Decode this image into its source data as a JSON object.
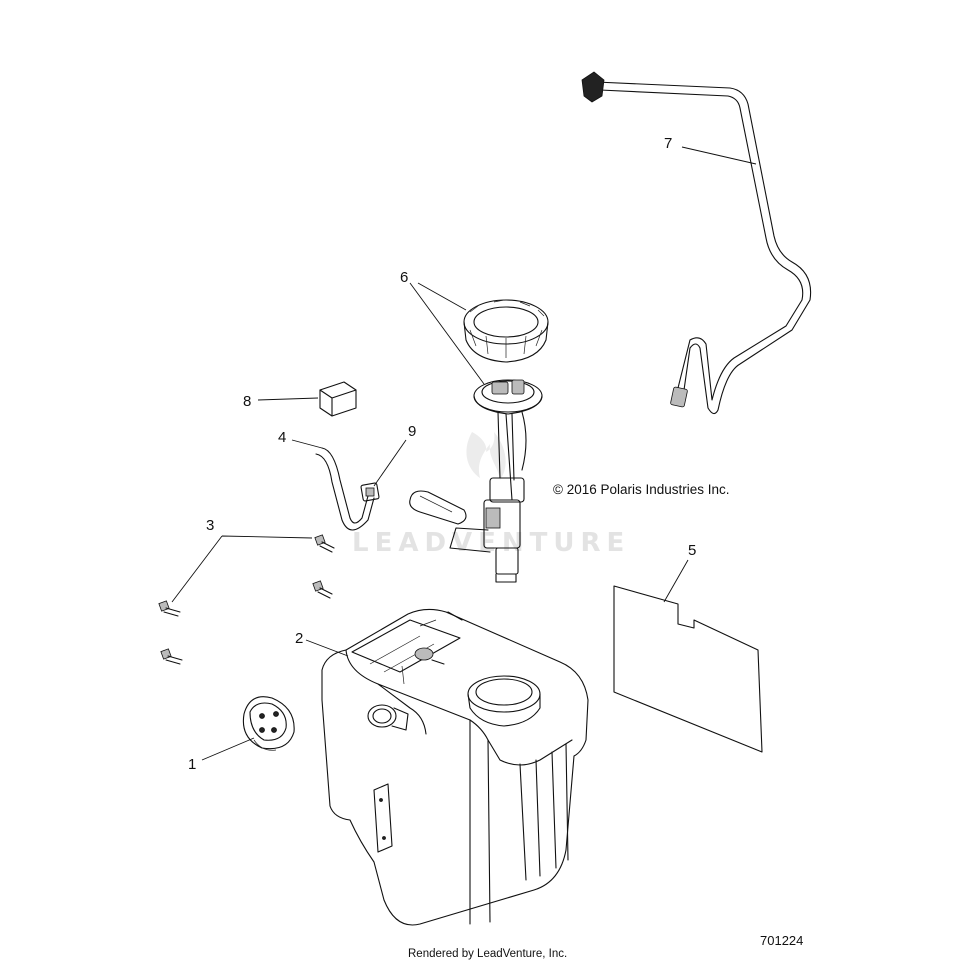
{
  "callouts": {
    "c1": "1",
    "c2": "2",
    "c3": "3",
    "c4": "4",
    "c5": "5",
    "c6": "6",
    "c7": "7",
    "c8": "8",
    "c9": "9"
  },
  "copyright": "© 2016 Polaris Industries Inc.",
  "watermark": "LEADVENTURE",
  "footer_text": "Rendered by LeadVenture, Inc.",
  "document_number": "701224"
}
